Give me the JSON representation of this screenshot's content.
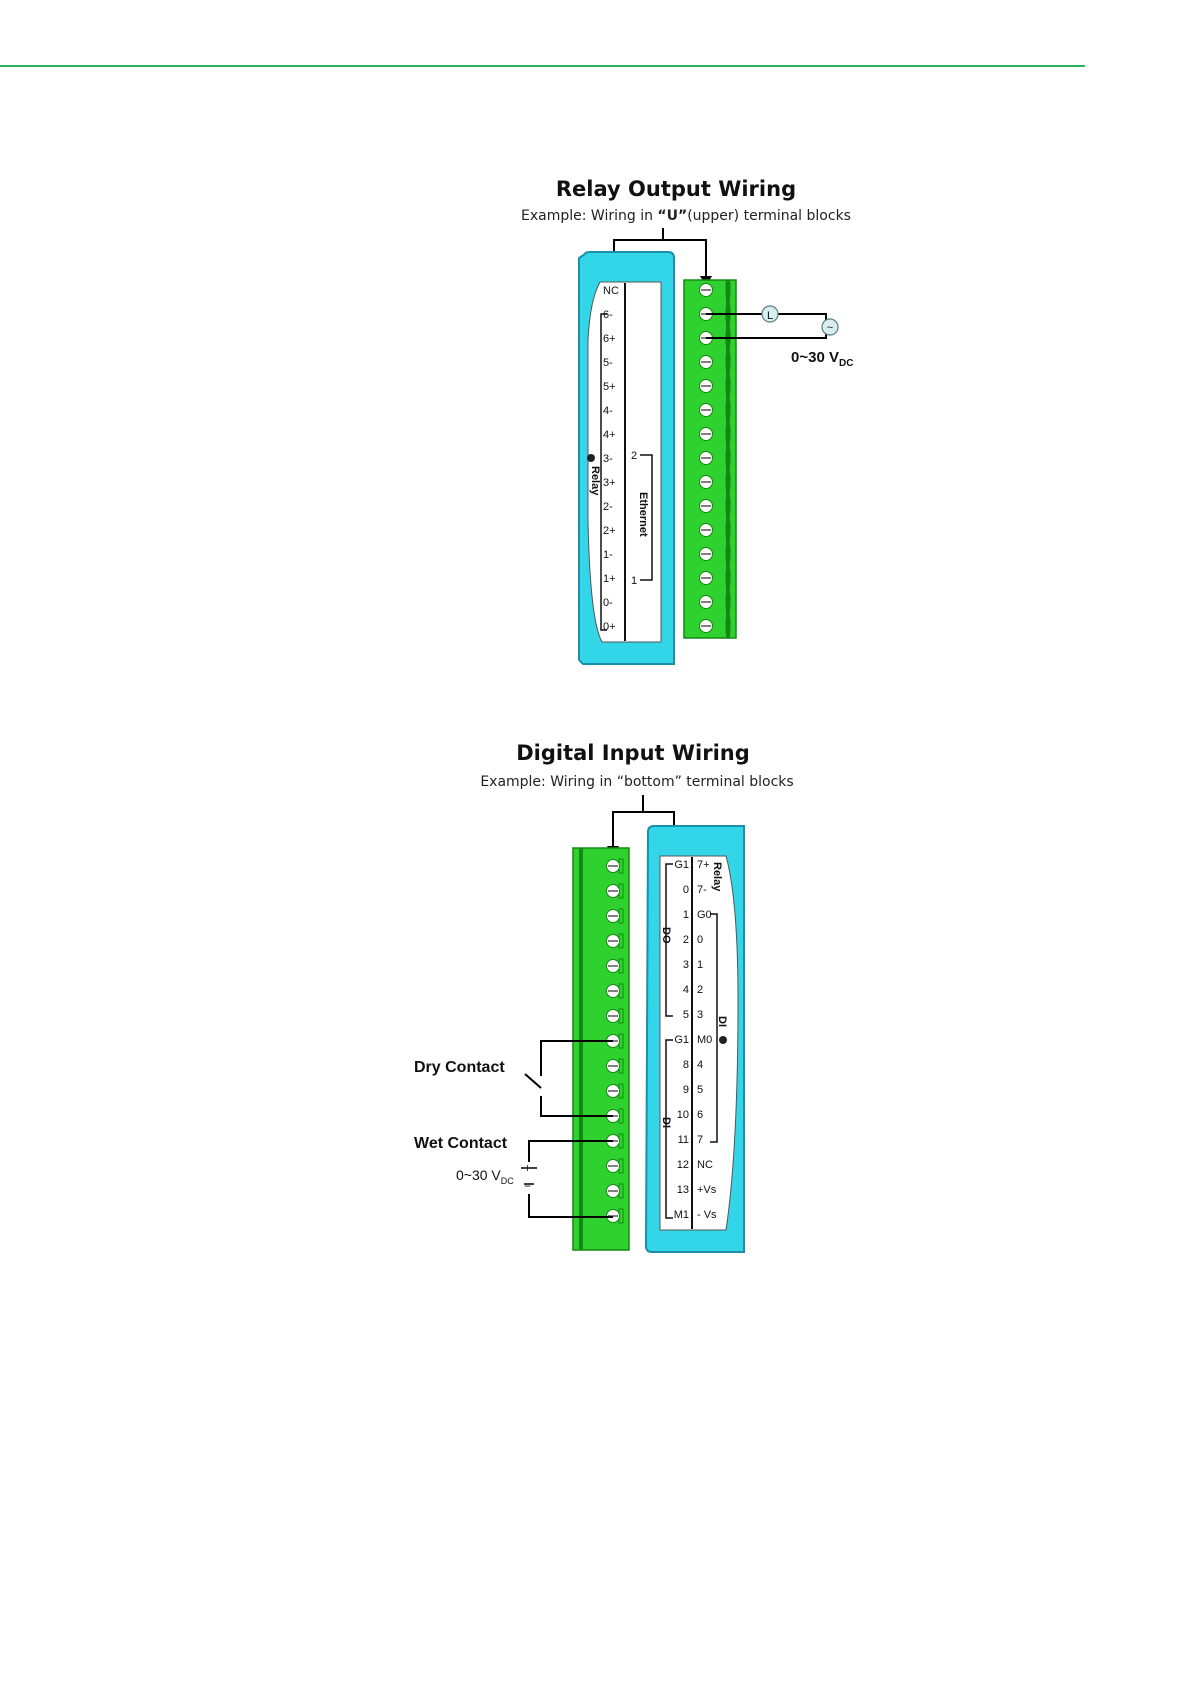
{
  "colors": {
    "rule": "#2db25d",
    "module_blue": "#33d6e8",
    "module_edge": "#1a8fa8",
    "terminal_green": "#2fd12f",
    "terminal_dark": "#138a13"
  },
  "relay": {
    "title": "Relay Output Wiring",
    "subtitle_pre": "Example: Wiring in ",
    "subtitle_quote": "“U”",
    "subtitle_post": "(upper)  terminal blocks",
    "pins": [
      "NC",
      "6-",
      "6+",
      "5-",
      "5+",
      "4-",
      "4+",
      "3-",
      "3+",
      "2-",
      "2+",
      "1-",
      "1+",
      "0-",
      "0+"
    ],
    "group_label": "Relay",
    "ethernet_label": "Ethernet",
    "ethernet_top": "2",
    "ethernet_bottom": "1",
    "load_symbol": "L",
    "source_symbol": "~",
    "voltage_main": "0~30 V",
    "voltage_sub": "DC"
  },
  "digital": {
    "title": "Digital Input Wiring",
    "subtitle": "Example: Wiring in “bottom”  terminal blocks",
    "left_pins": [
      "G1",
      "0",
      "1",
      "2",
      "3",
      "4",
      "5",
      "G1",
      "8",
      "9",
      "10",
      "11",
      "12",
      "13",
      "M1"
    ],
    "right_pins": [
      "7+",
      "7-",
      "G0",
      "0",
      "1",
      "2",
      "3",
      "M0",
      "4",
      "5",
      "6",
      "7",
      "NC",
      "+Vs",
      "- Vs"
    ],
    "do_label": "DO",
    "di_label": "DI",
    "di_right_label": "DI",
    "relay_label": "Relay",
    "dry_contact": "Dry Contact",
    "wet_contact": "Wet Contact",
    "voltage_main": "0~30 V",
    "voltage_sub": "DC",
    "plus_sign": "+",
    "minus_sign": "−"
  }
}
